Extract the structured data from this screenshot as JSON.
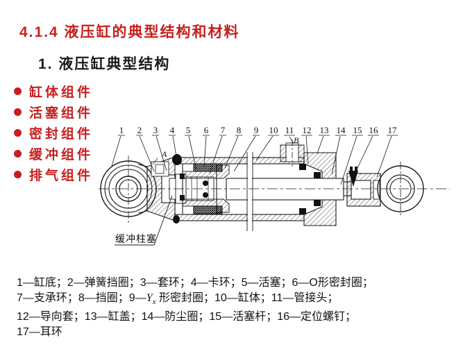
{
  "slide": {
    "title": "4.1.4 液压缸的典型结构和材料",
    "subtitle": "1. 液压缸典型结构",
    "bullets": [
      "缸体组件",
      "活塞组件",
      "密封组件",
      "缓冲组件",
      "排气组件"
    ]
  },
  "figure": {
    "callouts": [
      "1",
      "2",
      "3",
      "4",
      "5",
      "6",
      "7",
      "8",
      "9",
      "10",
      "11",
      "12",
      "13",
      "14",
      "15",
      "16",
      "17"
    ],
    "label_a": "A",
    "label_b": "B",
    "cushion_label": "缓冲柱塞"
  },
  "caption": {
    "line1": "1—缸底；2—弹簧挡圈；3—套环；4—卡环；5—活塞；6—O形密封圈；",
    "line2_prefix": "7—支承环；8—挡圈；9—",
    "line2_y": "Y",
    "line2_sub": "x",
    "line2_suffix": " 形密封圈；10—缸体；11—管接头；",
    "line3": "12—导向套；13—缸盖；14—防尘圈；15—活塞杆；16—定位螺钉；",
    "line4": "17—耳环"
  },
  "colors": {
    "accent_red": "#c81e1e",
    "ink": "#1a1a1a"
  }
}
